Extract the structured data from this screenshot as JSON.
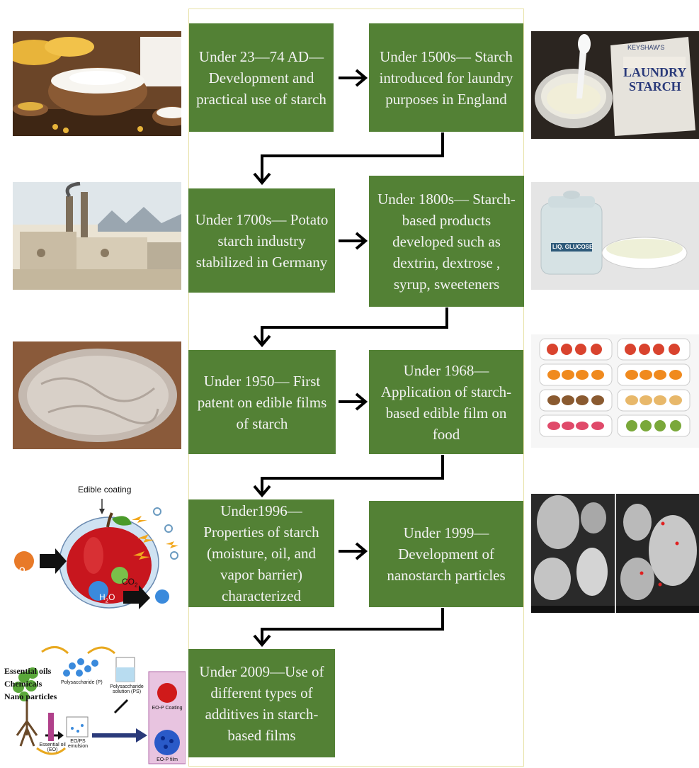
{
  "timeline": [
    {
      "id": "23-74ad",
      "text": "Under 23—74 AD— Development and practical use of starch"
    },
    {
      "id": "1500s",
      "text": "Under 1500s— Starch introduced for laundry purposes in England"
    },
    {
      "id": "1700s",
      "text": "Under 1700s— Potato starch industry stabilized in Germany"
    },
    {
      "id": "1800s",
      "text": "Under 1800s— Starch-based products developed such as dextrin, dextrose , syrup, sweeteners"
    },
    {
      "id": "1950",
      "text": "Under 1950— First patent on edible films of starch"
    },
    {
      "id": "1968",
      "text": "Under 1968— Application of starch-based edible film on food"
    },
    {
      "id": "1996",
      "text": "Under1996— Properties of starch (moisture, oil, and vapor barrier) characterized"
    },
    {
      "id": "1999",
      "text": "Under 1999— Development of nanostarch particles"
    },
    {
      "id": "2009",
      "text": "Under 2009—Use of different types of additives in starch-based films"
    }
  ],
  "images": {
    "laundry_pack": {
      "line1": "KEYSHAW'S",
      "line2": "LAUNDRY",
      "line3": "STARCH"
    },
    "glucose_jar": {
      "label": "LIQ. GLUCOSE"
    },
    "apple": {
      "caption": "Edible coating",
      "o2": "O",
      "o2_sub": "2",
      "co2": "CO",
      "co2_sub": "2",
      "h2o": "H",
      "h2o_sub": "2",
      "h2o_end": "O"
    },
    "additives": {
      "essential_oils": "Essential oils",
      "chemicals": "Chemicals",
      "nano": "Nano particles",
      "polysaccharide": "Polysaccharide (P)",
      "ps_solution": "Polysaccharide solution (PS)",
      "eo": "Essential oil (EO)",
      "eops": "EO/PS emulsion",
      "coating": "EO-P Coating",
      "film": "EO-P film"
    }
  },
  "colors": {
    "box": "#538135",
    "box_text": "#f2f2f2",
    "arrow": "#000000",
    "frame": "#e8e2a8"
  }
}
